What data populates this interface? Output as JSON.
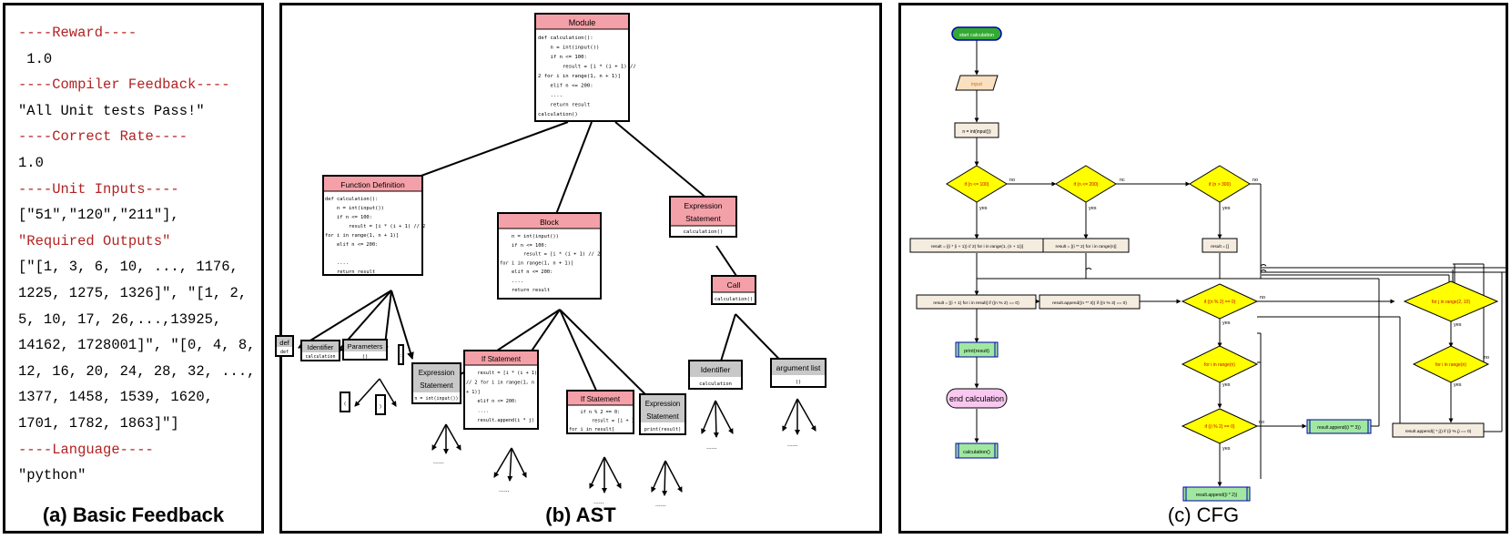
{
  "colors": {
    "panel_border": "#000000",
    "header_red": "#b22222",
    "ast_header_pink": "#f4a0a8",
    "ast_gray": "#c8c8c8",
    "cfg_yellow": "#ffff00",
    "cfg_green": "#33aa33",
    "cfg_box": "#f5ece0",
    "cfg_pink": "#f8c8f0",
    "cfg_light_green": "#a0e8a0"
  },
  "panels": {
    "basic_feedback": {
      "caption": "(a) Basic Feedback",
      "lines": [
        {
          "kind": "hdr",
          "text": "----Reward----"
        },
        {
          "kind": "val",
          "text": " 1.0"
        },
        {
          "kind": "hdr",
          "text": "----Compiler Feedback----"
        },
        {
          "kind": "val",
          "text": "\"All Unit tests Pass!\""
        },
        {
          "kind": "hdr",
          "text": "----Correct Rate----"
        },
        {
          "kind": "val",
          "text": "1.0"
        },
        {
          "kind": "hdr",
          "text": "----Unit Inputs----"
        },
        {
          "kind": "val",
          "text": "[\"51\",\"120\",\"211\"],"
        },
        {
          "kind": "hdr",
          "text": "\"Required Outputs\""
        },
        {
          "kind": "val",
          "text": "[\"[1, 3, 6, 10, ..., 1176,"
        },
        {
          "kind": "val",
          "text": "1225, 1275, 1326]\", \"[1, 2,"
        },
        {
          "kind": "val",
          "text": "5, 10, 17, 26,...,13925,"
        },
        {
          "kind": "val",
          "text": "14162, 1728001]\", \"[0, 4, 8,"
        },
        {
          "kind": "val",
          "text": "12, 16, 20, 24, 28, 32, ...,"
        },
        {
          "kind": "val",
          "text": "1377, 1458, 1539, 1620,"
        },
        {
          "kind": "val",
          "text": "1701, 1782, 1863]\"]"
        },
        {
          "kind": "hdr",
          "text": "----Language----"
        },
        {
          "kind": "val",
          "text": "\"python\""
        }
      ]
    },
    "ast": {
      "caption": "(b) AST",
      "module": {
        "title": "Module",
        "code": [
          "def calculation():",
          "    n = int(input())",
          "    if n <= 100:",
          "        result = [i * (i + 1) //",
          "2 for i in range(1, n + 1)]",
          "    elif n <= 200:",
          "    ....",
          "    return result",
          "calculation()"
        ]
      },
      "function_def": {
        "title": "Function Definition",
        "code": [
          "def calculation():",
          "    n = int(input())",
          "    if n <= 100:",
          "        result = [i * (i + 1) // 2",
          "for i in range(1, n + 1)]",
          "    elif n <= 200:",
          "",
          "    ....",
          "    return result"
        ]
      },
      "block": {
        "title": "Block",
        "code": [
          "    n = int(input())",
          "    if n <= 100:",
          "        result = [i * (i + 1) // 2",
          "for i in range(1, n + 1)]",
          "    elif n <= 200:",
          "    ....",
          "    return result"
        ]
      },
      "expr_stmt": {
        "title_1": "Expression",
        "title_2": "Statement",
        "code": "calculation()"
      },
      "call": {
        "title": "Call",
        "code": "calculation()"
      },
      "def_node": {
        "title": "def",
        "code": "def"
      },
      "identifier_small": {
        "title": "Identifier",
        "code": "calculation"
      },
      "parameters": {
        "title": "Parameters",
        "code": "()"
      },
      "colon_node": {
        "code": ":"
      },
      "paren_open": {
        "code": "("
      },
      "paren_close": {
        "code": ")"
      },
      "block_expr": {
        "title_1": "Expression",
        "title_2": "Statement",
        "code": "n = int(input())"
      },
      "if_stmt_1": {
        "title": "If Statement",
        "code": [
          "    result = [i * (i + 1)",
          "// 2 for i in range(1, n",
          "+ 1)]",
          "    elif n <= 200:",
          "    ....",
          "    result.append(i * j)"
        ]
      },
      "if_stmt_2": {
        "title": "If Statement",
        "code": [
          "    if n % 2 == 0:",
          "        result = [i + 1",
          "for i in result]"
        ]
      },
      "expr_print": {
        "title_1": "Expression",
        "title_2": "Statement",
        "code": "print(result)"
      },
      "identifier_call": {
        "title": "Identifier",
        "code": "calculation"
      },
      "argument_list": {
        "title": "argument list",
        "code": "()"
      },
      "ellipsis": "......"
    },
    "cfg": {
      "caption": "(c)  CFG",
      "start": "start calculation",
      "input": "input",
      "assign": "n = int(input())",
      "d1": "if (n <= 100)",
      "d2": "if (n <= 200)",
      "d3": "if (n > 300)",
      "r1": "result = [(i * (i + 1)) // 2) for i in range(1, (n + 1))]",
      "r2": "result = [(i ** 2) for i in range(n)]",
      "r3": "result = []",
      "r4": "result = [(i + 1) for i in result] if ((n % 2) == 0)",
      "r5": "result.append((n ** 3)) if ((n % 3) == 0)",
      "d4": "if ((n % 2) == 0)",
      "d5": "for j in range(2, 10)",
      "d6": "for i in range(n)",
      "d7": "for i in range(n)",
      "d8": "if ((i % 2) == 0)",
      "print": "print(result)",
      "end": "end calculation",
      "call": "calculation()",
      "app1": "result.append((i ** 3))",
      "app2": "result.append((i * 2))",
      "app3": "result.append(( * j)) if ((i % j) == 0)",
      "lbl_yes": "yes",
      "lbl_no": "no",
      "lbl_nc": "nc"
    }
  }
}
